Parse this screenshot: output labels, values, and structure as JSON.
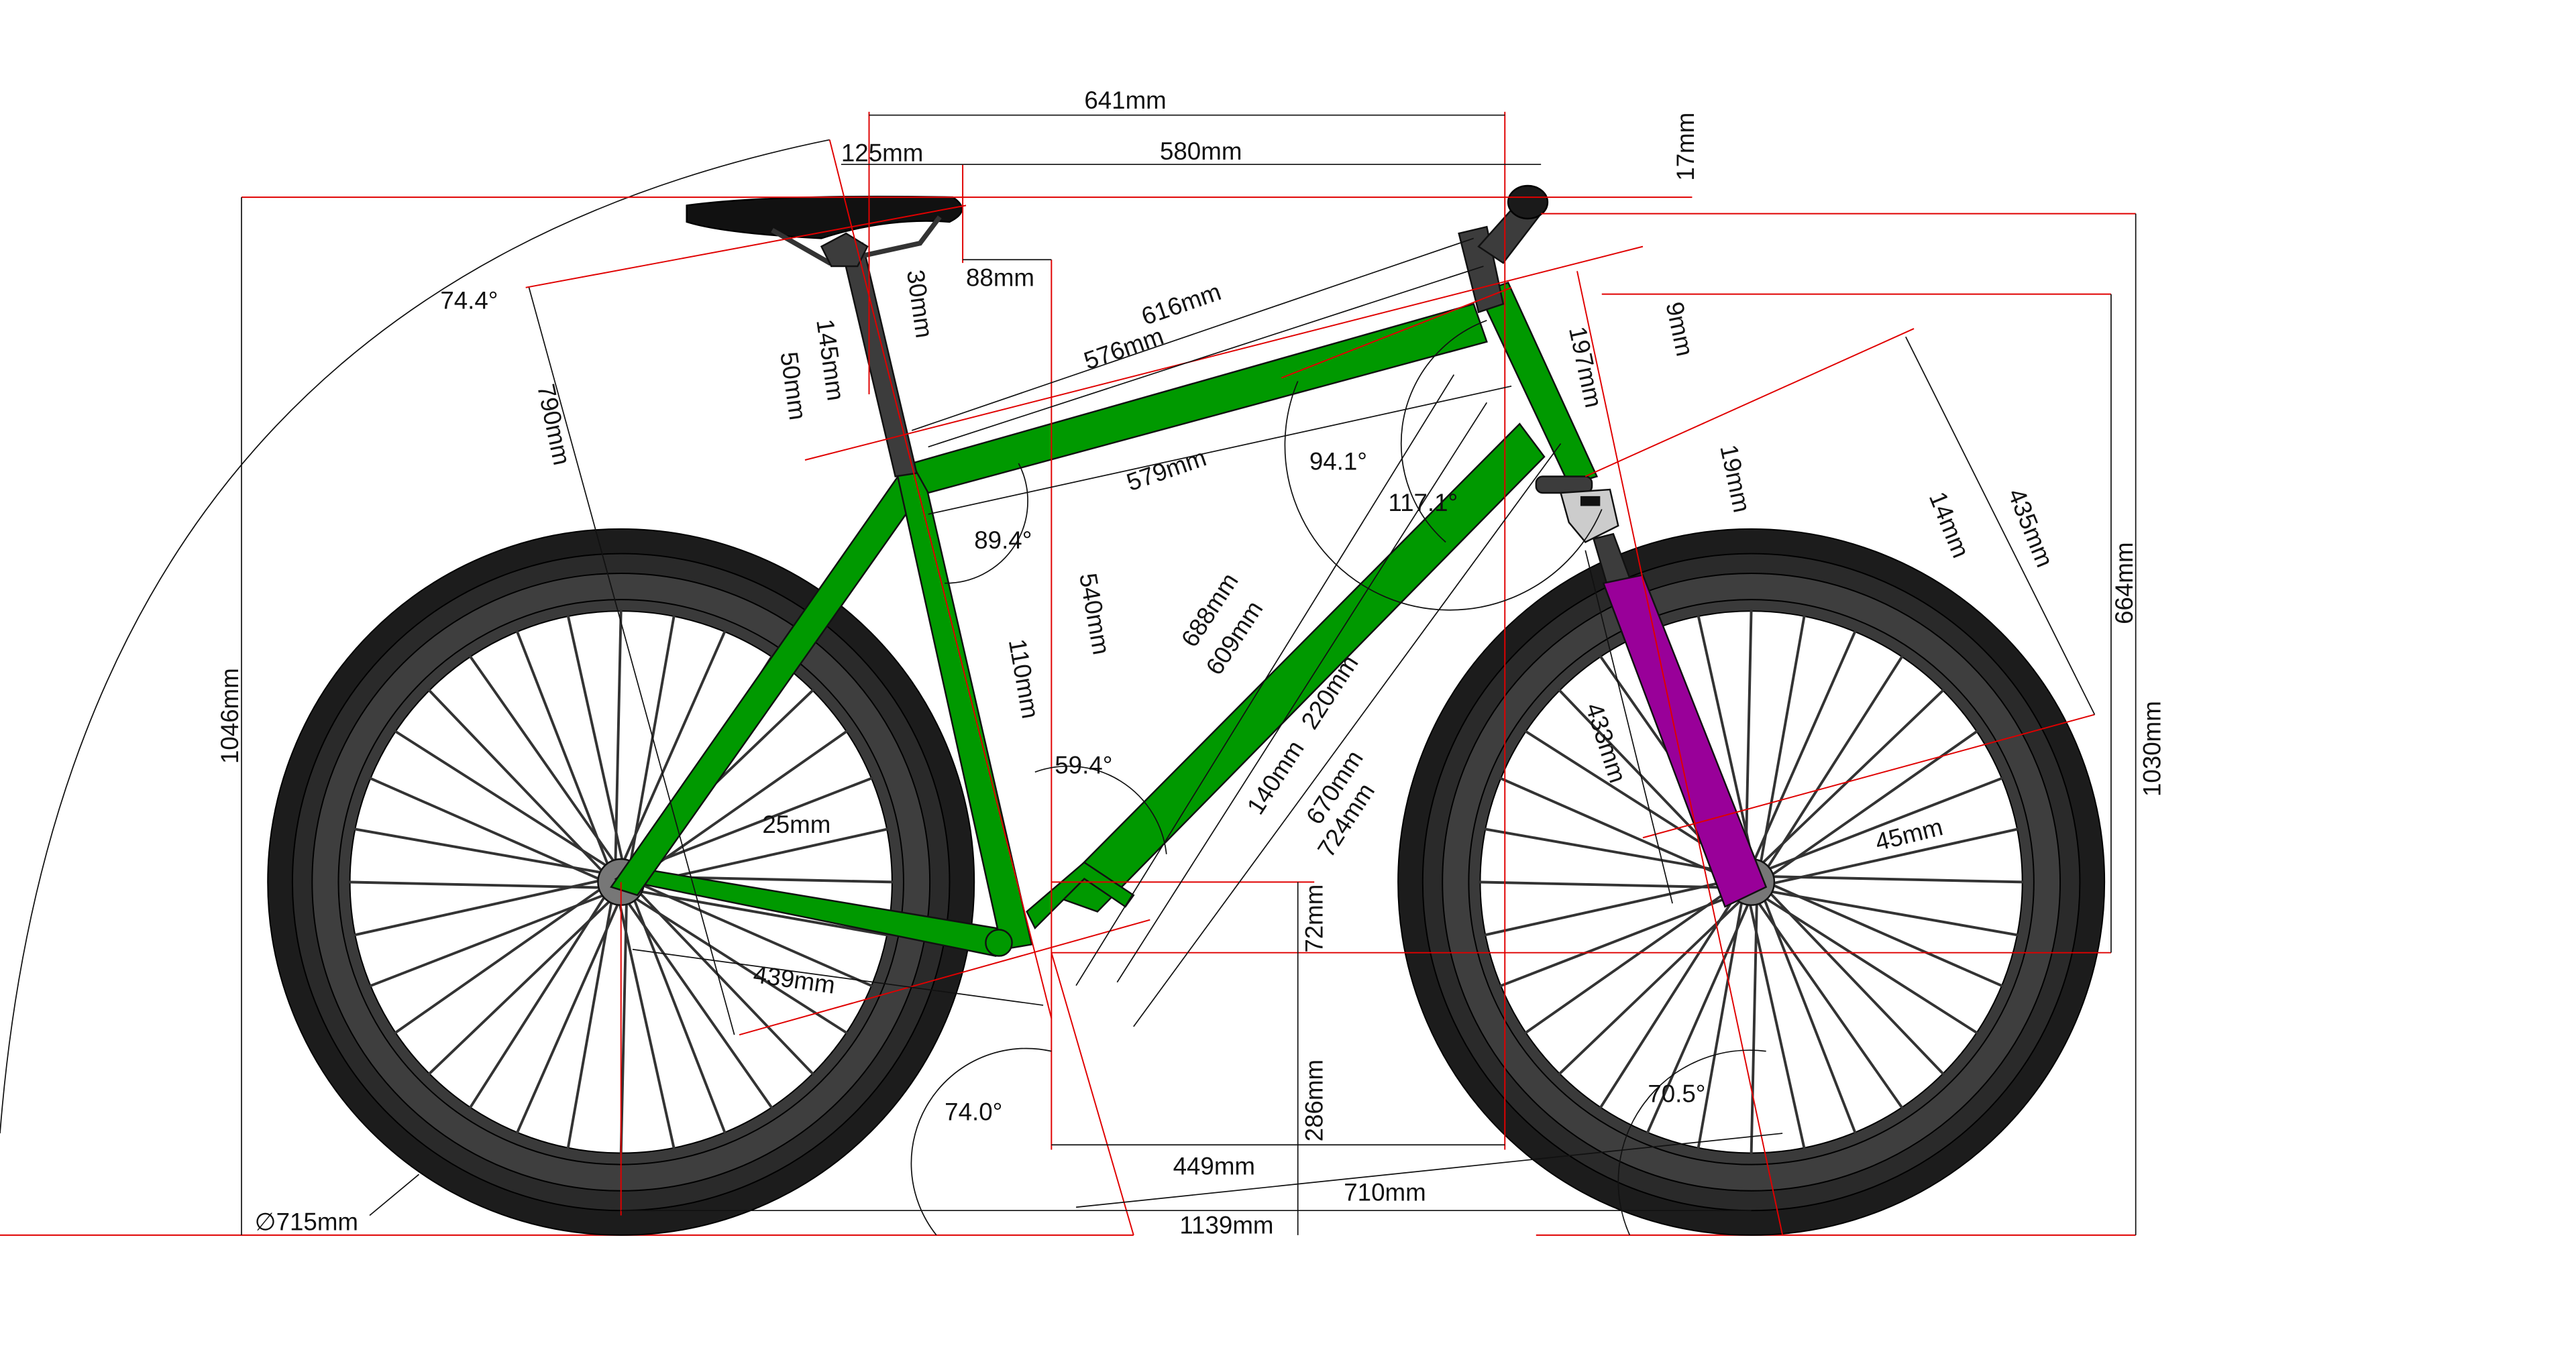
{
  "diagram": {
    "title": "Bicycle frame geometry",
    "colors": {
      "frame": "#009900",
      "fork": "#990099",
      "construction": "#e00000",
      "tire": "#1c1c1c"
    },
    "dimensions": {
      "top_reach": "641mm",
      "saddle_setback": "125mm",
      "saddle_to_bar": "580mm",
      "bar_drop": "17mm",
      "seat_offset": "88mm",
      "seat_cluster_30": "30mm",
      "seatpost_145": "145mm",
      "seatpost_50": "50mm",
      "seat_angle_arc": "74.4°",
      "seat_height": "790mm",
      "top_tube_616": "616mm",
      "top_tube_576": "576mm",
      "top_tube_579": "579mm",
      "head_top_angle": "94.1°",
      "head_down_angle": "117.1°",
      "seat_top_angle": "89.4°",
      "head_tube": "197mm",
      "headset_top": "9mm",
      "headset_bottom": "19mm",
      "crown_14": "14mm",
      "fork_435": "435mm",
      "head_height": "664mm",
      "bar_height": "1030mm",
      "saddle_height": "1046mm",
      "seat_tube_540": "540mm",
      "down_tube_688": "688mm",
      "down_tube_609": "609mm",
      "seat_tube_110": "110mm",
      "down_tube_220": "220mm",
      "bb_angle": "59.4°",
      "down_tube_140": "140mm",
      "down_tube_670": "670mm",
      "down_tube_724": "724mm",
      "stay_25": "25mm",
      "fork_433": "433mm",
      "fork_offset": "45mm",
      "bb_drop": "72mm",
      "chainstay": "439mm",
      "bb_height": "286mm",
      "seat_angle": "74.0°",
      "head_angle": "70.5°",
      "front_center_449": "449mm",
      "front_center_710": "710mm",
      "wheelbase": "1139mm",
      "wheel_diameter": "∅715mm"
    }
  }
}
